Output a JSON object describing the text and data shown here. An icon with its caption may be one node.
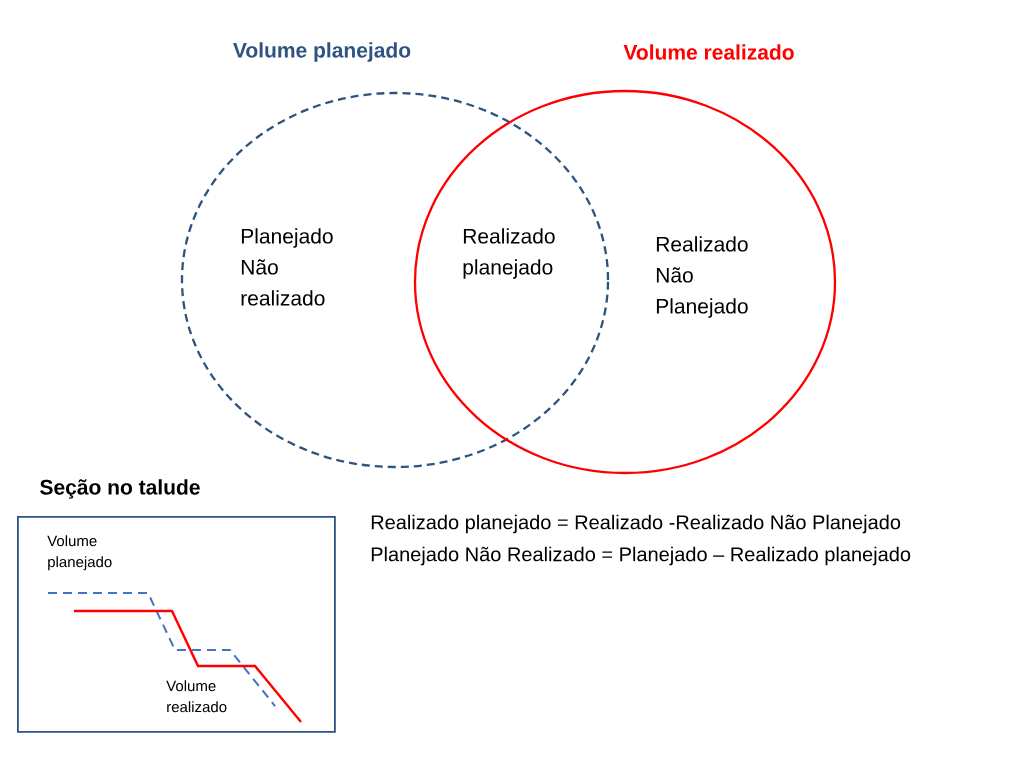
{
  "diagram": {
    "nodes": [
      {
        "text": [
          "Volume planejado",
          "Planejado Não realizado"
        ]
      },
      {
        "text": [
          "Volume realizado",
          "Realizado Não Planejado"
        ]
      },
      {
        "text": [
          "Seção no talude",
          "Volume planejado",
          "Volume realizado"
        ]
      }
    ],
    "labels": [
      "Realizado planejado",
      "Realizado planejado = Realizado  -Realizado Não Planejado",
      "Planejado Não Realizado = Planejado – Realizado planejado"
    ]
  }
}
